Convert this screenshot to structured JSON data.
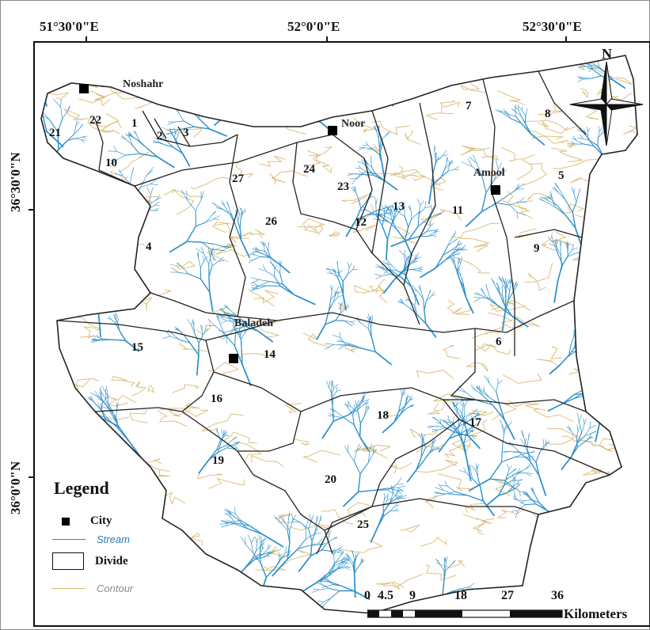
{
  "map": {
    "longitude_labels": [
      "51°30'0\"E",
      "52°0'0\"E",
      "52°30'0\"E"
    ],
    "latitude_labels": [
      "36°30'0\"N",
      "36°0'0\"N"
    ],
    "north_label": "N",
    "cities": [
      {
        "name": "Noshahr"
      },
      {
        "name": "Noor"
      },
      {
        "name": "Amool"
      },
      {
        "name": "Baladeh"
      }
    ],
    "subbasins": [
      "1",
      "2",
      "3",
      "4",
      "5",
      "6",
      "7",
      "8",
      "9",
      "10",
      "11",
      "12",
      "13",
      "14",
      "15",
      "16",
      "17",
      "18",
      "19",
      "20",
      "21",
      "22",
      "23",
      "24",
      "25",
      "26",
      "27"
    ],
    "colors": {
      "stream": "#2b8fc9",
      "contour": "#d8b46a",
      "divide": "#222222",
      "city": "#000000"
    }
  },
  "legend": {
    "title": "Legend",
    "items": [
      {
        "label": "City",
        "icon": "square-icon"
      },
      {
        "label": "Stream",
        "icon": "line-icon"
      },
      {
        "label": "Divide",
        "icon": "rectangle-icon"
      },
      {
        "label": "Contour",
        "icon": "line-icon"
      }
    ]
  },
  "scale_bar": {
    "ticks": [
      "0",
      "4.5",
      "9",
      "18",
      "27",
      "36"
    ],
    "unit": "Kilometers"
  }
}
